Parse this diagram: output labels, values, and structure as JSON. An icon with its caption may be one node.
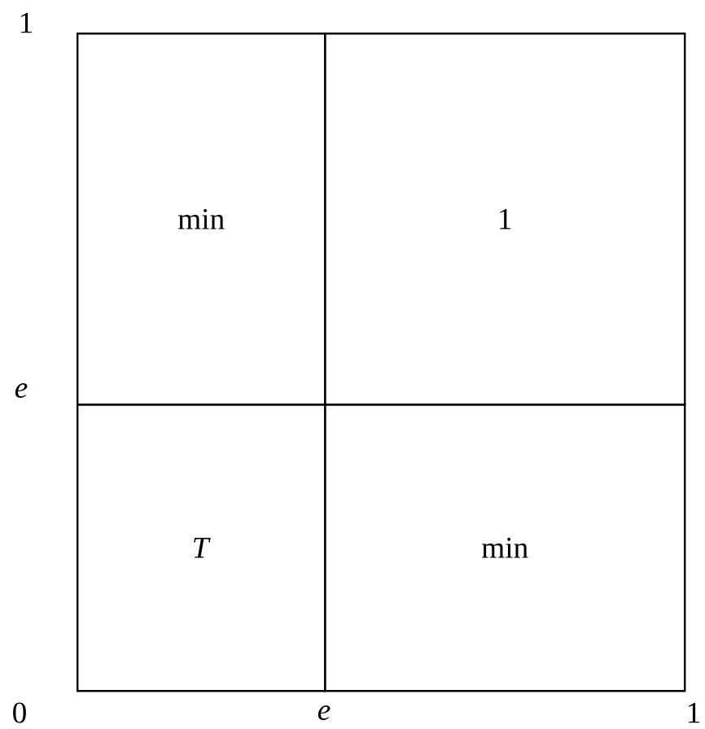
{
  "diagram": {
    "nodes": [
      {
        "text": [
          "min"
        ]
      },
      {
        "text": [
          "1"
        ]
      },
      {
        "text": [
          "*T*"
        ]
      },
      {
        "text": [
          "min"
        ]
      }
    ],
    "labels": [
      "1",
      "*e*",
      "0",
      "*e*",
      "1"
    ]
  }
}
